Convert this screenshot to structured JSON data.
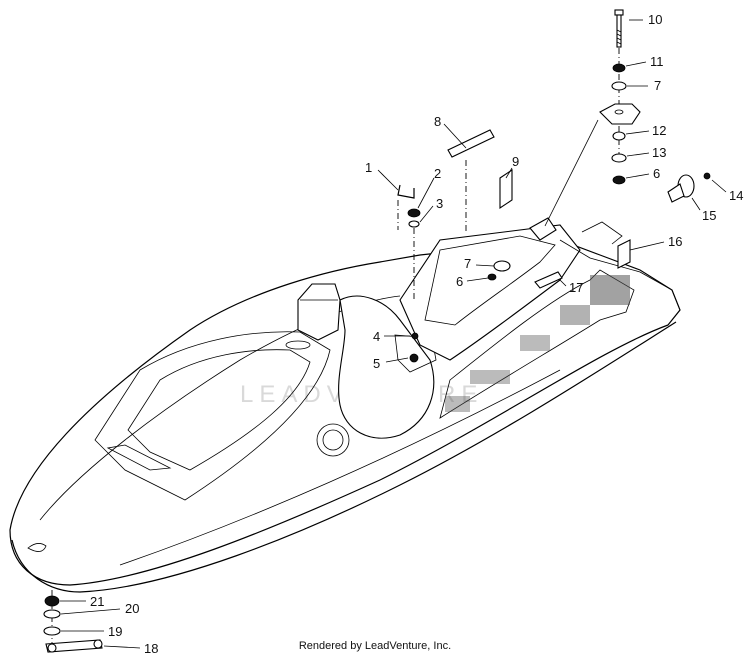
{
  "diagram": {
    "callouts": [
      "1",
      "2",
      "3",
      "4",
      "5",
      "6",
      "7",
      "8",
      "9",
      "10",
      "11",
      "12",
      "13",
      "14",
      "15",
      "16",
      "17",
      "18",
      "19",
      "20",
      "21"
    ],
    "watermark": "LEADVENTURE",
    "footer": "Rendered by LeadVenture, Inc."
  }
}
